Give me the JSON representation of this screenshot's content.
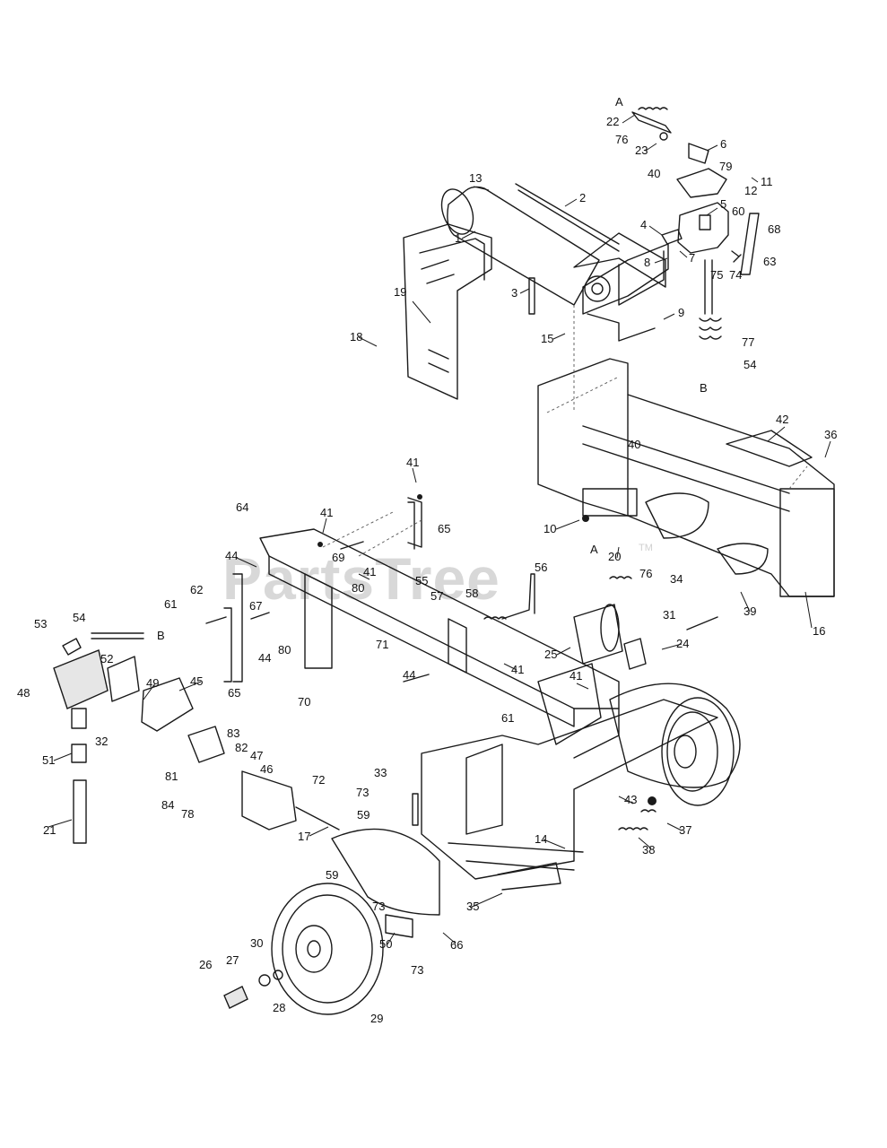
{
  "watermark": {
    "text": "PartsTree",
    "mark": "TM"
  },
  "diagram": {
    "type": "exploded parts diagram",
    "callouts": [
      "1",
      "2",
      "3",
      "4",
      "5",
      "6",
      "7",
      "8",
      "9",
      "10",
      "11",
      "12",
      "13",
      "14",
      "15",
      "16",
      "17",
      "18",
      "19",
      "20",
      "21",
      "22",
      "23",
      "24",
      "25",
      "26",
      "27",
      "28",
      "29",
      "30",
      "31",
      "32",
      "33",
      "34",
      "35",
      "36",
      "37",
      "38",
      "39",
      "40",
      "41",
      "42",
      "43",
      "44",
      "45",
      "46",
      "47",
      "48",
      "49",
      "50",
      "51",
      "52",
      "53",
      "54",
      "55",
      "56",
      "57",
      "58",
      "59",
      "60",
      "61",
      "62",
      "63",
      "64",
      "65",
      "66",
      "67",
      "68",
      "69",
      "70",
      "71",
      "72",
      "73",
      "74",
      "75",
      "76",
      "77",
      "78",
      "79",
      "80",
      "81",
      "82",
      "83",
      "84",
      "A",
      "B"
    ],
    "connection_markers": [
      "A",
      "B"
    ],
    "icons": [
      "hydraulic-cylinder-icon",
      "control-valve-icon",
      "wheel-icon",
      "pump-icon",
      "filter-icon"
    ]
  }
}
